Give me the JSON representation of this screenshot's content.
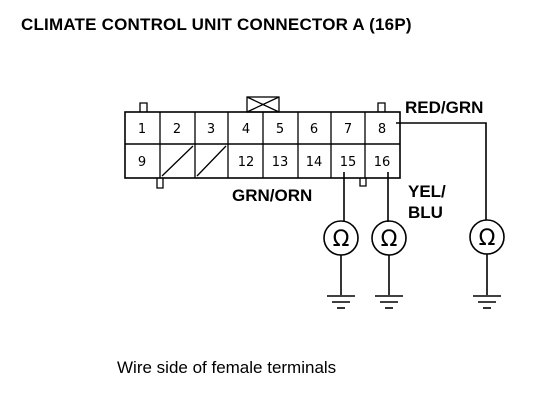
{
  "title": "CLIMATE CONTROL UNIT CONNECTOR A (16P)",
  "caption": "Wire side of female terminals",
  "connector": {
    "top_row": [
      "1",
      "2",
      "3",
      "4",
      "5",
      "6",
      "7",
      "8"
    ],
    "bottom_row": [
      "9",
      "",
      "",
      "12",
      "13",
      "14",
      "15",
      "16"
    ]
  },
  "wires": {
    "pin8": "RED/GRN",
    "pin15": "GRN/ORN",
    "pin16_line1": "YEL/",
    "pin16_line2": "BLU"
  },
  "meter_symbol": "Ω",
  "icons": [
    "ohmmeter-icon",
    "ground-icon"
  ]
}
